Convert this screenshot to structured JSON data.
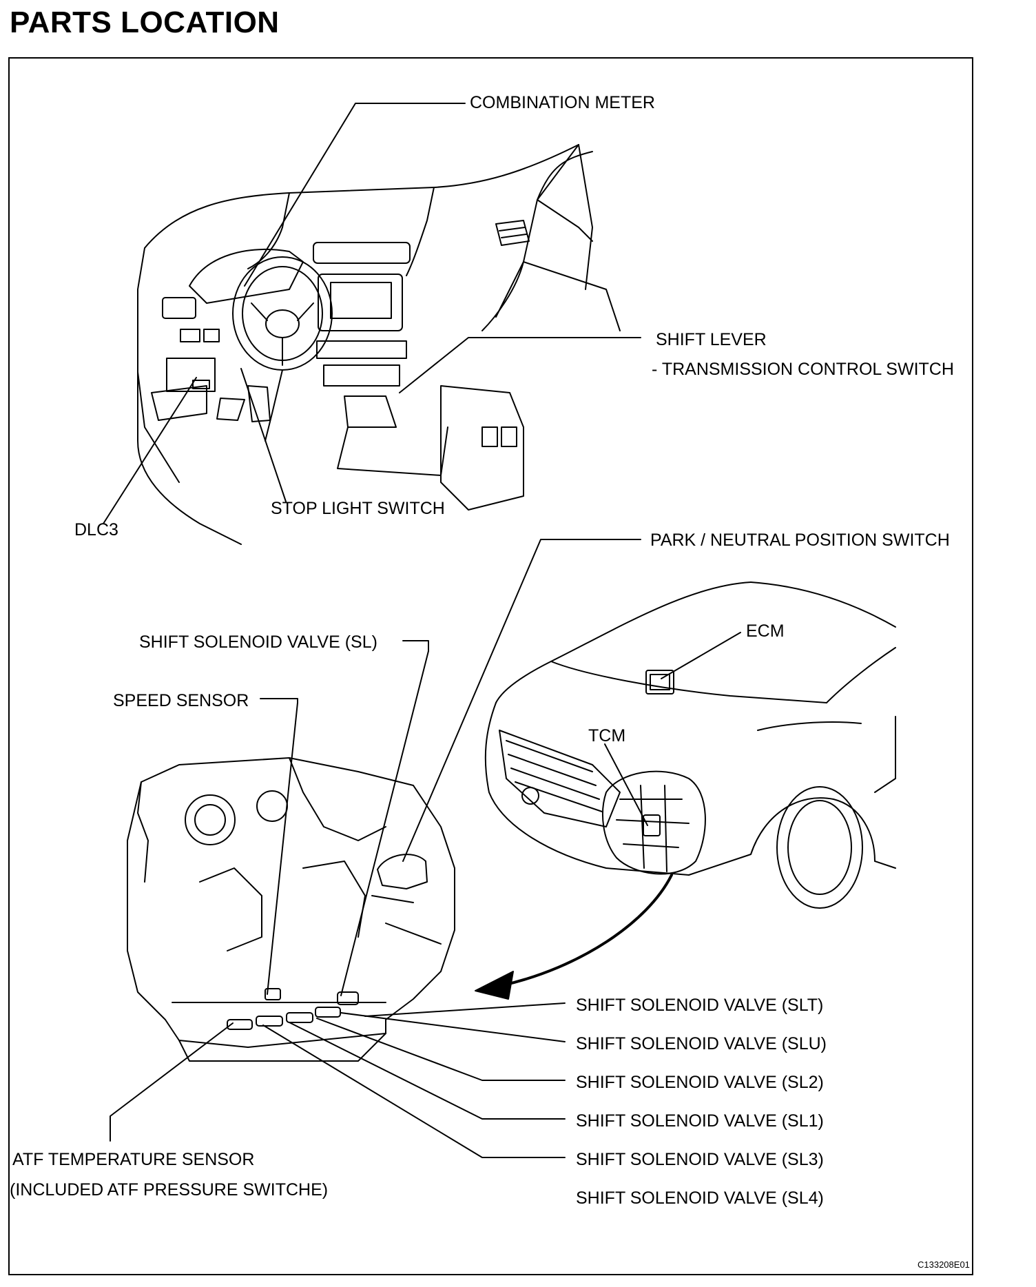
{
  "title": "PARTS LOCATION",
  "figure_id": "C133208E01",
  "labels": {
    "combination_meter": "COMBINATION METER",
    "shift_lever": "SHIFT LEVER",
    "transmission_control_switch": "- TRANSMISSION CONTROL SWITCH",
    "stop_light_switch": "STOP LIGHT SWITCH",
    "dlc3": "DLC3",
    "park_neutral_switch": "PARK / NEUTRAL POSITION SWITCH",
    "ecm": "ECM",
    "tcm": "TCM",
    "shift_solenoid_sl": "SHIFT SOLENOID VALVE (SL)",
    "speed_sensor": "SPEED SENSOR",
    "shift_solenoid_slt": "SHIFT SOLENOID VALVE (SLT)",
    "shift_solenoid_slu": "SHIFT SOLENOID VALVE (SLU)",
    "shift_solenoid_sl2": "SHIFT SOLENOID VALVE (SL2)",
    "shift_solenoid_sl1": "SHIFT SOLENOID VALVE (SL1)",
    "shift_solenoid_sl3": "SHIFT SOLENOID VALVE (SL3)",
    "shift_solenoid_sl4": "SHIFT SOLENOID VALVE (SL4)",
    "atf_temp_sensor": "ATF TEMPERATURE SENSOR",
    "atf_pressure_switch": "(INCLUDED ATF PRESSURE SWITCHE)"
  }
}
